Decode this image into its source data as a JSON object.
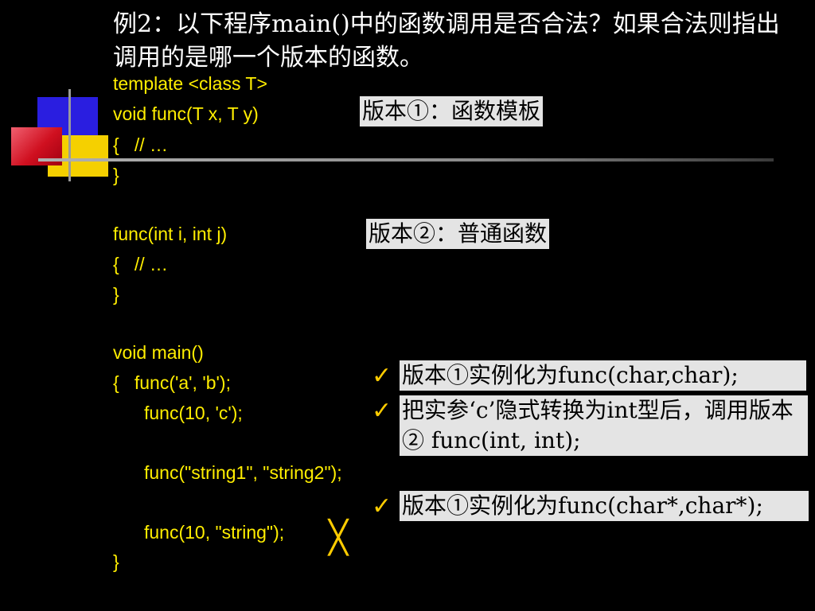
{
  "title": "例2：以下程序main()中的函数调用是否合法？如果合法则指出调用的是哪一个版本的函数。",
  "code": {
    "l1": "template <class T>",
    "l2": "void func(T x, T y)",
    "l3": "{   // …",
    "l4": "}",
    "l5": "func(int i, int j)",
    "l6": "{   // …",
    "l7": "}",
    "l8": "void main()",
    "l9": "{   func('a', 'b');",
    "l10": "func(10, 'c');",
    "l11": "func(\"string1\", \"string2\");",
    "l12": "func(10, \"string\");",
    "l13": "}"
  },
  "notes": {
    "v1": "版本①：函数模板",
    "v2": "版本②：普通函数",
    "c1": "版本①实例化为func(char,char);",
    "c2": "把实参‘c’隐式转换为int型后，调用版本② func(int, int);",
    "c3": "版本①实例化为func(char*,char*);"
  },
  "marks": {
    "check": "✓",
    "cross": "╳"
  },
  "colors": {
    "background": "#000000",
    "title": "#ffffff",
    "code": "#ffee00",
    "note_bg": "#e4e4e4",
    "mark": "#ffcc00"
  }
}
